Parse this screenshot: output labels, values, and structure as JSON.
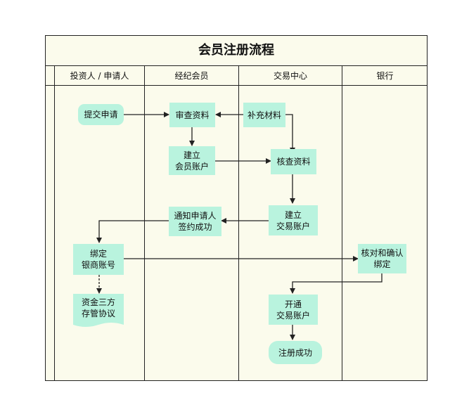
{
  "title": "会员注册流程",
  "lanes": [
    "投资人 / 申请人",
    "经纪会员",
    "交易中心",
    "银行"
  ],
  "nodes": {
    "submit": "提交申请",
    "review": "审查资料",
    "supplement": "补充材料",
    "create_member_account": [
      "建立",
      "会员账户"
    ],
    "verify": "核查资料",
    "create_trade_account": [
      "建立",
      "交易账户"
    ],
    "notify": [
      "通知申请人",
      "签约成功"
    ],
    "bind_bank": [
      "绑定",
      "银商账号"
    ],
    "reconcile": [
      "核对和确认",
      "绑定"
    ],
    "custody": [
      "资金三方",
      "存管协议"
    ],
    "open_trade_account": [
      "开通",
      "交易账户"
    ],
    "done": "注册成功"
  },
  "colors": {
    "node_fill": "#b9f3de",
    "background": "#fbfbec",
    "line": "#222222"
  }
}
